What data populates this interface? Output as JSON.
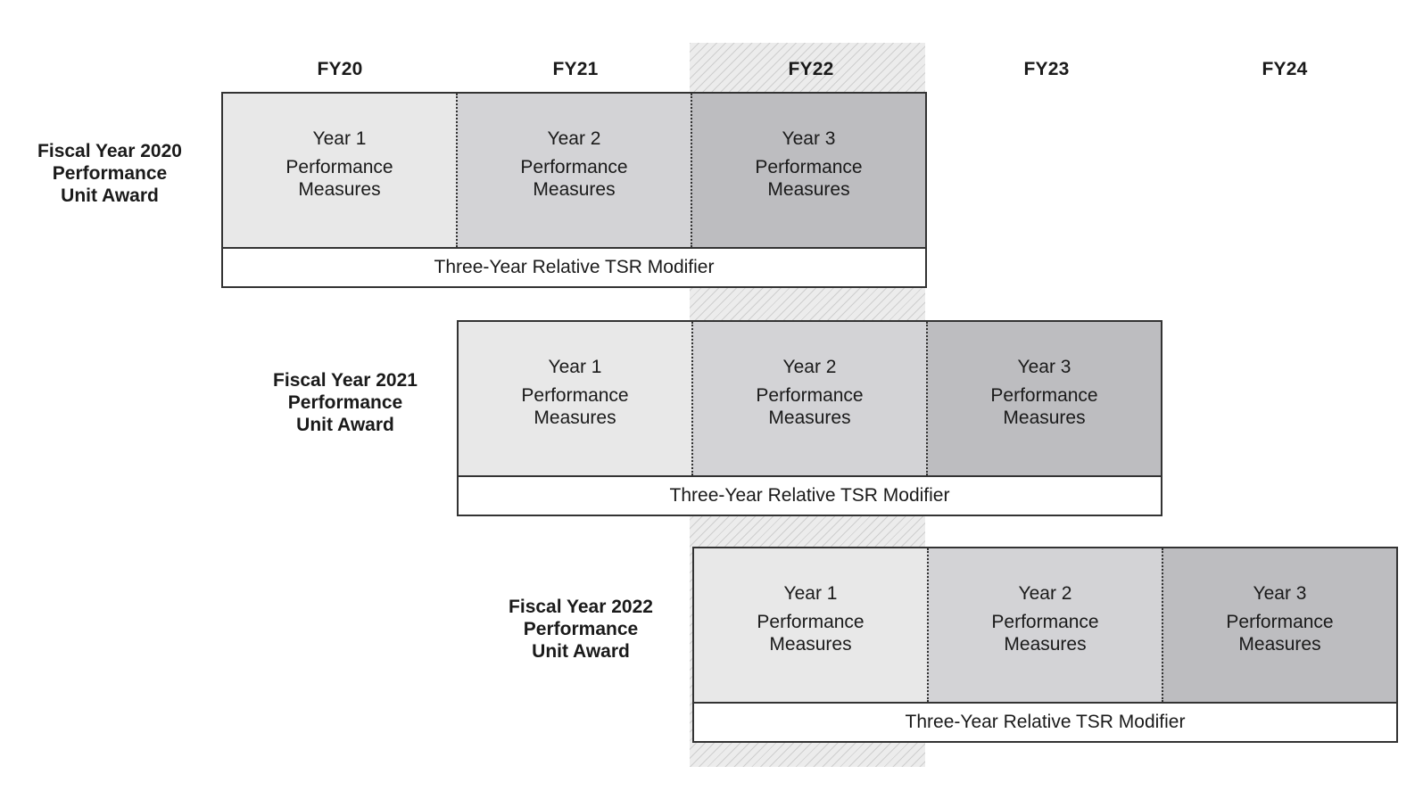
{
  "fiscal_years": [
    "FY20",
    "FY21",
    "FY22",
    "FY23",
    "FY24"
  ],
  "highlighted_fiscal_year": "FY22",
  "awards": [
    {
      "label_lines": [
        "Fiscal Year 2020",
        "Performance",
        "Unit Award"
      ],
      "years": [
        {
          "year": "Year 1",
          "line1": "Performance",
          "line2": "Measures"
        },
        {
          "year": "Year 2",
          "line1": "Performance",
          "line2": "Measures"
        },
        {
          "year": "Year 3",
          "line1": "Performance",
          "line2": "Measures"
        }
      ],
      "modifier": "Three-Year Relative TSR Modifier"
    },
    {
      "label_lines": [
        "Fiscal Year 2021",
        "Performance",
        "Unit Award"
      ],
      "years": [
        {
          "year": "Year 1",
          "line1": "Performance",
          "line2": "Measures"
        },
        {
          "year": "Year 2",
          "line1": "Performance",
          "line2": "Measures"
        },
        {
          "year": "Year 3",
          "line1": "Performance",
          "line2": "Measures"
        }
      ],
      "modifier": "Three-Year Relative TSR Modifier"
    },
    {
      "label_lines": [
        "Fiscal Year 2022",
        "Performance",
        "Unit Award"
      ],
      "years": [
        {
          "year": "Year 1",
          "line1": "Performance",
          "line2": "Measures"
        },
        {
          "year": "Year 2",
          "line1": "Performance",
          "line2": "Measures"
        },
        {
          "year": "Year 3",
          "line1": "Performance",
          "line2": "Measures"
        }
      ],
      "modifier": "Three-Year Relative TSR Modifier"
    }
  ],
  "colors": {
    "year1_fill": "#e8e8e8",
    "year2_fill": "#d3d3d6",
    "year3_fill": "#bdbdc0",
    "border": "#333333",
    "highlight_hatch": "#969696"
  }
}
